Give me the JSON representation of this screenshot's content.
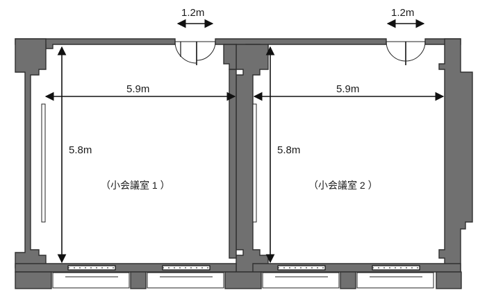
{
  "door_widths": [
    "1.2m",
    "1.2m"
  ],
  "rooms": [
    {
      "name": "（小会議室 1 ）",
      "width": "5.9m",
      "depth": "5.8m"
    },
    {
      "name": "（小会議室 2 ）",
      "width": "5.9m",
      "depth": "5.8m"
    }
  ],
  "colors": {
    "wall": "#707070",
    "outline": "#303030",
    "line": "#111111"
  }
}
